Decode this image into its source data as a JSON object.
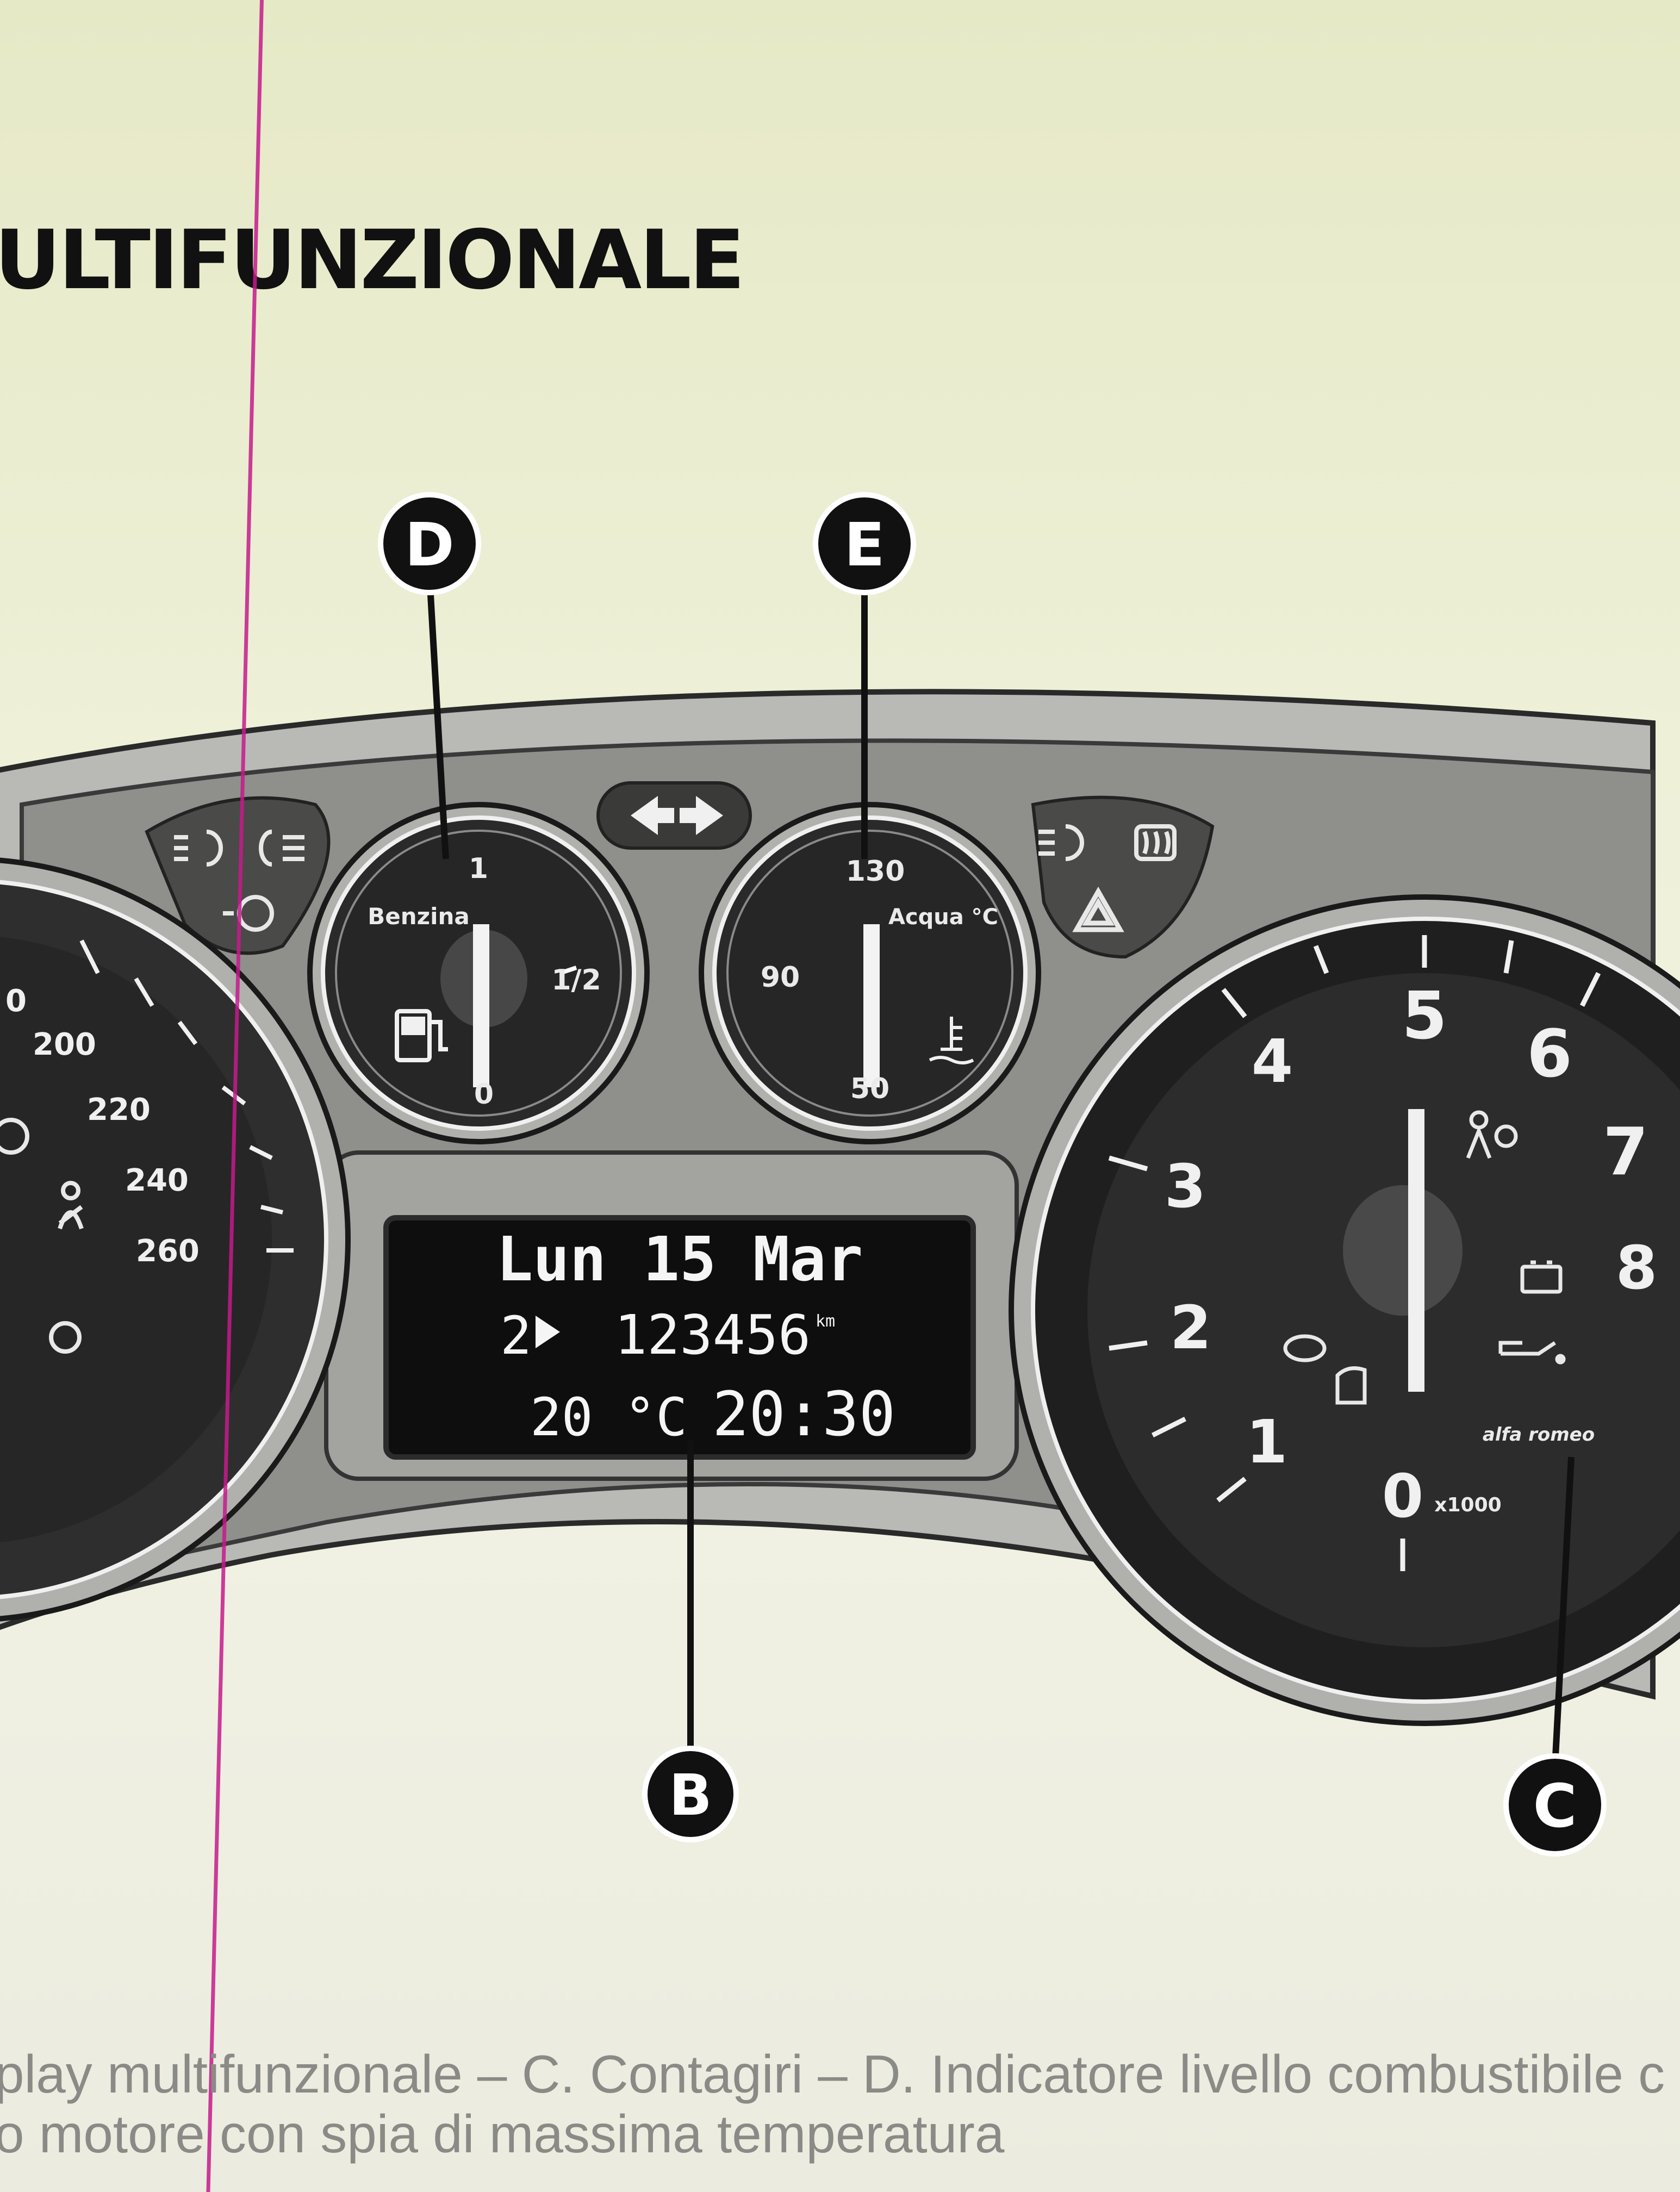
{
  "page": {
    "title": "ULTIFUNZIONALE",
    "caption_line1": "play multifunzionale – C. Contagiri – D. Indicatore livello combustibile c",
    "caption_line2": "o motore con spia di massima temperatura"
  },
  "callouts": {
    "d": "D",
    "e": "E",
    "b": "B",
    "c": "C"
  },
  "display": {
    "date": "Lun 15 Mar",
    "odometer_prefix": "2",
    "odometer": "123456",
    "odometer_unit": "km",
    "temperature": "20 °C",
    "time": "20:30"
  },
  "fuel_gauge": {
    "label": "Benzina",
    "full": "1",
    "half": "1/2",
    "empty": "0",
    "icon": "fuel-pump-icon"
  },
  "temp_gauge": {
    "label": "Acqua °C",
    "max": "130",
    "mid": "90",
    "min": "50",
    "icon": "coolant-temperature-icon"
  },
  "speedometer": {
    "ticks": [
      "200",
      "220",
      "240",
      "260"
    ],
    "partial_tick": "0"
  },
  "tachometer": {
    "numbers": [
      "0",
      "1",
      "2",
      "3",
      "4",
      "5",
      "6",
      "7",
      "8"
    ],
    "unit_label": "x1000",
    "brand_label": "alfa romeo"
  },
  "warning_icons": [
    "fog-light-icon",
    "rear-fog-icon",
    "sidelight-icon",
    "turn-signal-left-icon",
    "turn-signal-right-icon",
    "high-beam-icon",
    "heated-rear-window-icon",
    "hazard-triangle-icon",
    "seatbelt-icon",
    "airbag-icon",
    "battery-icon",
    "oil-pressure-icon",
    "engine-icon",
    "door-open-icon",
    "brake-icon",
    "abs-icon"
  ],
  "colors": {
    "panel": "#9c9c98",
    "dial": "#232323",
    "lcd": "#0e0e0e",
    "margin_line": "#c51a8c"
  }
}
